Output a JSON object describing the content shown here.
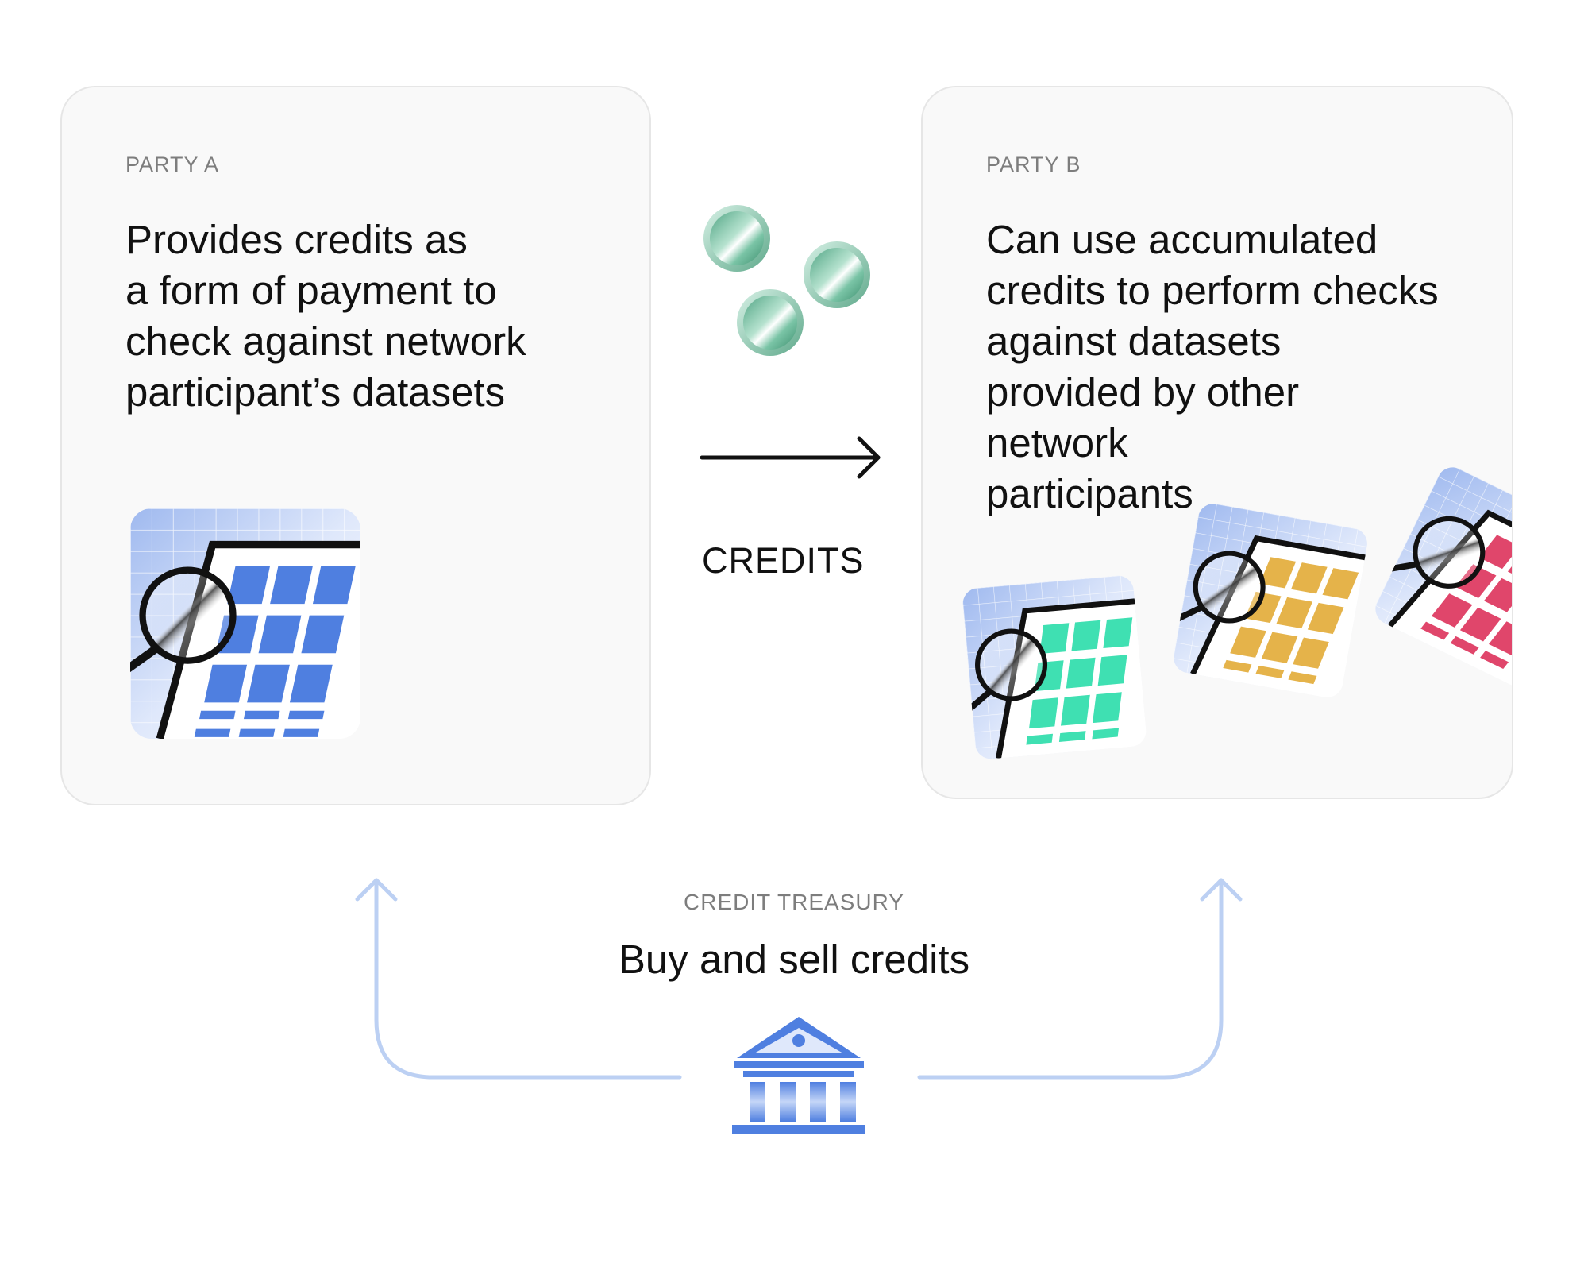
{
  "party_a": {
    "eyebrow": "PARTY A",
    "text": "Provides credits as\na form of payment to\ncheck against network\nparticipant’s datasets"
  },
  "party_b": {
    "eyebrow": "PARTY B",
    "text": "Can use accumulated\ncredits to perform checks\nagainst datasets\nprovided by other\nnetwork\nparticipants"
  },
  "transfer": {
    "label": "CREDITS"
  },
  "treasury": {
    "eyebrow": "CREDIT TREASURY",
    "title": "Buy and sell credits"
  },
  "colors": {
    "card_bg": "#f9f9f9",
    "blue_cells": "#4f7fe0",
    "green_cells": "#3fe0b2",
    "yellow_cells": "#e5b34a",
    "pink_cells": "#e0466b",
    "coin": "#5fb898",
    "connector": "#bcd0f3",
    "bank": "#4f7fe0"
  },
  "icons": [
    "dataset-magnifier-icon",
    "coin-icon",
    "arrow-right-icon",
    "bank-icon"
  ]
}
